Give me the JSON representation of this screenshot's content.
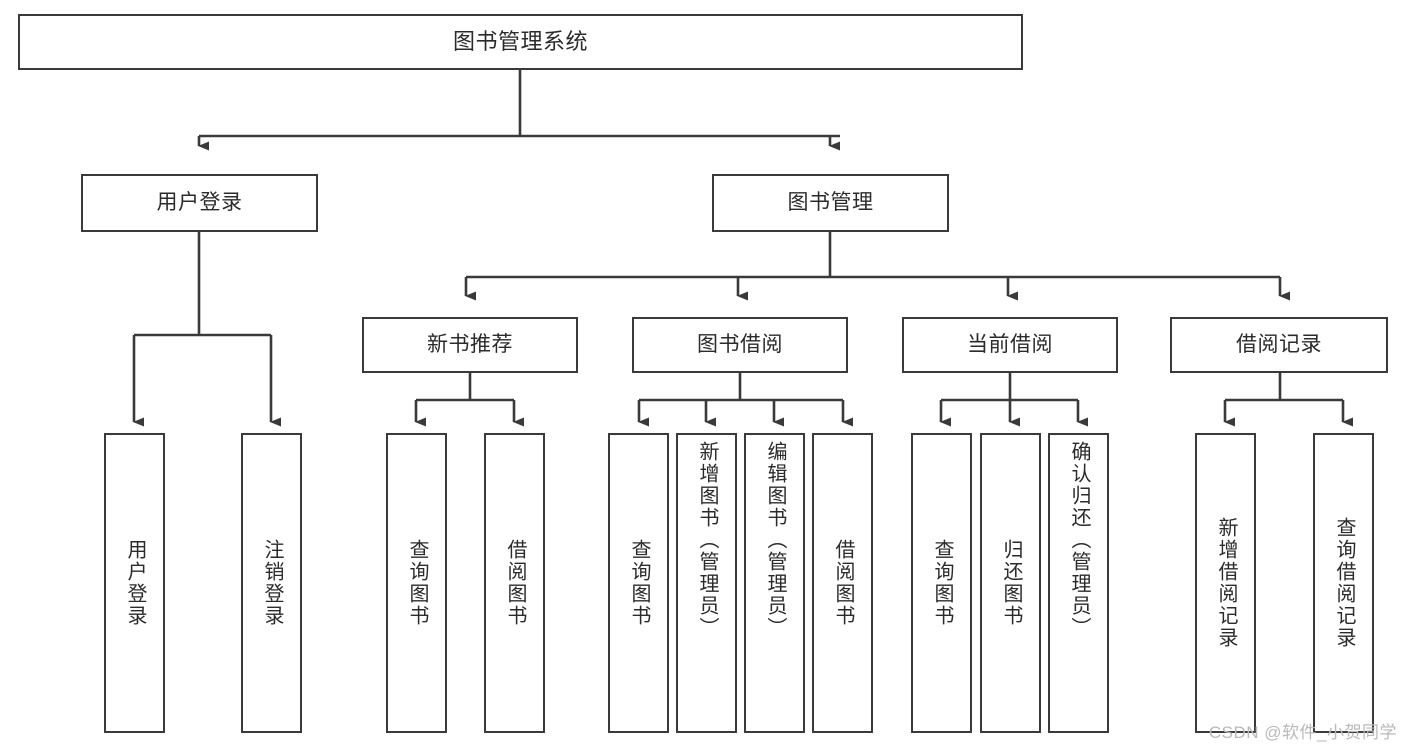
{
  "diagram": {
    "title": "图书管理系统",
    "type": "tree",
    "watermark": "CSDN @软件_小贺同学",
    "colors": {
      "box_border": "#3a3a3a",
      "box_fill": "#ffffff",
      "edge": "#3a3a3a",
      "text": "#2b2b2b",
      "watermark": "#b9b9b9",
      "background": "#ffffff"
    },
    "nodes": {
      "root": {
        "label": "图书管理系统"
      },
      "level1": [
        {
          "id": "user-login",
          "label": "用户登录"
        },
        {
          "id": "book-manage",
          "label": "图书管理"
        }
      ],
      "level2": [
        {
          "id": "new-book-recommend",
          "label": "新书推荐"
        },
        {
          "id": "book-borrow",
          "label": "图书借阅"
        },
        {
          "id": "current-borrow",
          "label": "当前借阅"
        },
        {
          "id": "borrow-record",
          "label": "借阅记录"
        }
      ],
      "leaves": {
        "user-login": [
          {
            "id": "leaf-user-login",
            "label": "用户登录"
          },
          {
            "id": "leaf-logout",
            "label": "注销登录"
          }
        ],
        "new-book-recommend": [
          {
            "id": "leaf-query-book-1",
            "label": "查询图书"
          },
          {
            "id": "leaf-borrow-book-1",
            "label": "借阅图书"
          }
        ],
        "book-borrow": [
          {
            "id": "leaf-query-book-2",
            "label": "查询图书"
          },
          {
            "id": "leaf-add-book",
            "label": "新增图书（管理员）"
          },
          {
            "id": "leaf-edit-book",
            "label": "编辑图书（管理员）"
          },
          {
            "id": "leaf-borrow-book-2",
            "label": "借阅图书"
          }
        ],
        "current-borrow": [
          {
            "id": "leaf-query-book-3",
            "label": "查询图书"
          },
          {
            "id": "leaf-return-book",
            "label": "归还图书"
          },
          {
            "id": "leaf-confirm-return",
            "label": "确认归还（管理员）"
          }
        ],
        "borrow-record": [
          {
            "id": "leaf-add-record",
            "label": "新增借阅记录"
          },
          {
            "id": "leaf-query-record",
            "label": "查询借阅记录"
          }
        ]
      }
    }
  }
}
